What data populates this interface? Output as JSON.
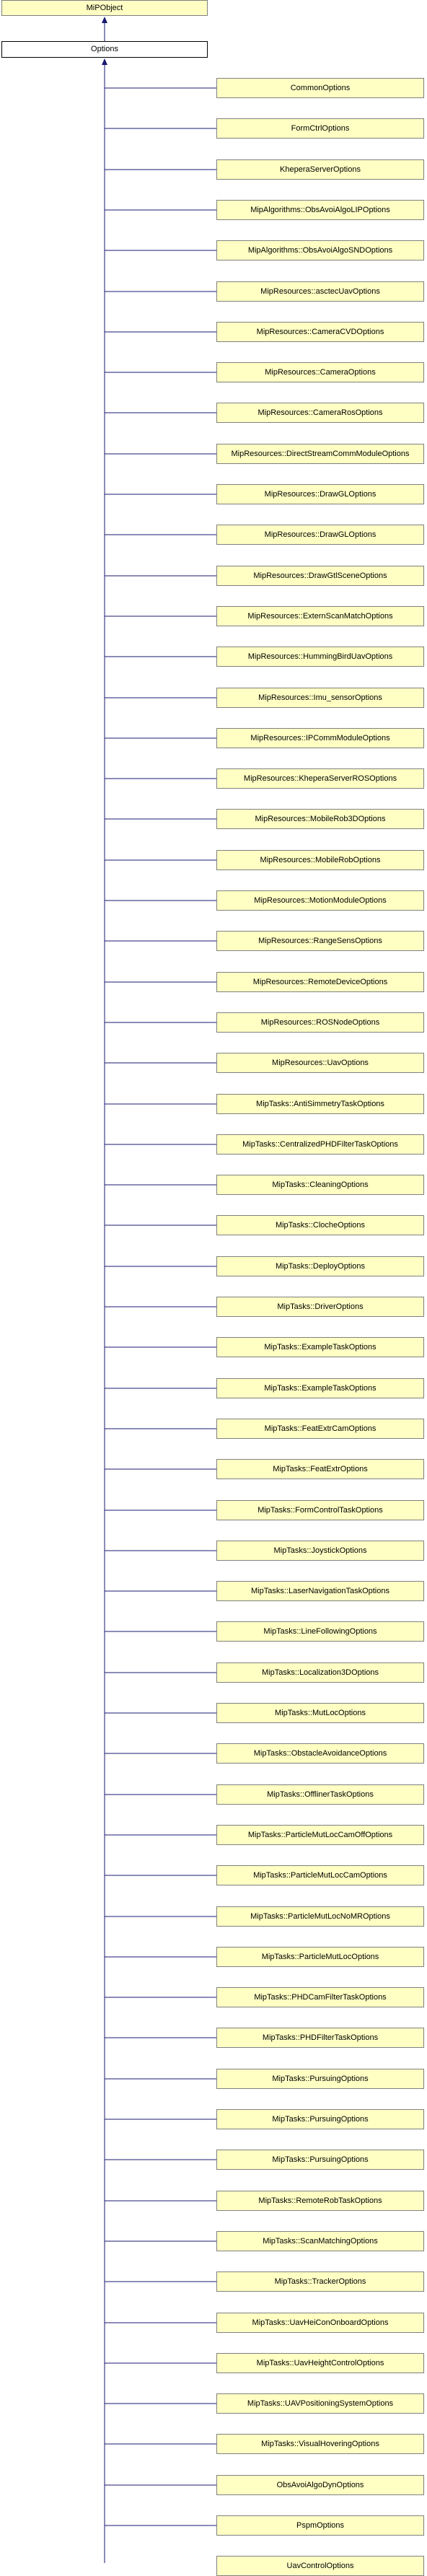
{
  "diagram": {
    "root_class": "MiPObject",
    "base_class": "Options",
    "derived_classes": [
      "CommonOptions",
      "FormCtrlOptions",
      "KheperaServerOptions",
      "MipAlgorithms::ObsAvoiAlgoLIPOptions",
      "MipAlgorithms::ObsAvoiAlgoSNDOptions",
      "MipResources::asctecUavOptions",
      "MipResources::CameraCVDOptions",
      "MipResources::CameraOptions",
      "MipResources::CameraRosOptions",
      "MipResources::DirectStreamCommModuleOptions",
      "MipResources::DrawGLOptions",
      "MipResources::DrawGLOptions",
      "MipResources::DrawGtlSceneOptions",
      "MipResources::ExternScanMatchOptions",
      "MipResources::HummingBirdUavOptions",
      "MipResources::Imu_sensorOptions",
      "MipResources::IPCommModuleOptions",
      "MipResources::KheperaServerROSOptions",
      "MipResources::MobileRob3DOptions",
      "MipResources::MobileRobOptions",
      "MipResources::MotionModuleOptions",
      "MipResources::RangeSensOptions",
      "MipResources::RemoteDeviceOptions",
      "MipResources::ROSNodeOptions",
      "MipResources::UavOptions",
      "MipTasks::AntiSimmetryTaskOptions",
      "MipTasks::CentralizedPHDFilterTaskOptions",
      "MipTasks::CleaningOptions",
      "MipTasks::ClocheOptions",
      "MipTasks::DeployOptions",
      "MipTasks::DriverOptions",
      "MipTasks::ExampleTaskOptions",
      "MipTasks::ExampleTaskOptions",
      "MipTasks::FeatExtrCamOptions",
      "MipTasks::FeatExtrOptions",
      "MipTasks::FormControlTaskOptions",
      "MipTasks::JoystickOptions",
      "MipTasks::LaserNavigationTaskOptions",
      "MipTasks::LineFollowingOptions",
      "MipTasks::Localization3DOptions",
      "MipTasks::MutLocOptions",
      "MipTasks::ObstacleAvoidanceOptions",
      "MipTasks::OfflinerTaskOptions",
      "MipTasks::ParticleMutLocCamOffOptions",
      "MipTasks::ParticleMutLocCamOptions",
      "MipTasks::ParticleMutLocNoMROptions",
      "MipTasks::ParticleMutLocOptions",
      "MipTasks::PHDCamFilterTaskOptions",
      "MipTasks::PHDFilterTaskOptions",
      "MipTasks::PursuingOptions",
      "MipTasks::PursuingOptions",
      "MipTasks::PursuingOptions",
      "MipTasks::RemoteRobTaskOptions",
      "MipTasks::ScanMatchingOptions",
      "MipTasks::TrackerOptions",
      "MipTasks::UavHeiConOnboardOptions",
      "MipTasks::UavHeightControlOptions",
      "MipTasks::UAVPositioningSystemOptions",
      "MipTasks::VisualHoveringOptions",
      "ObsAvoiAlgoDynOptions",
      "PspmOptions",
      "UavControlOptions"
    ],
    "colors": {
      "node_fill": "#ffffc4",
      "node_border": "#808080",
      "base_fill": "#ffffff",
      "base_border": "#000000",
      "edge": "#191970"
    }
  }
}
